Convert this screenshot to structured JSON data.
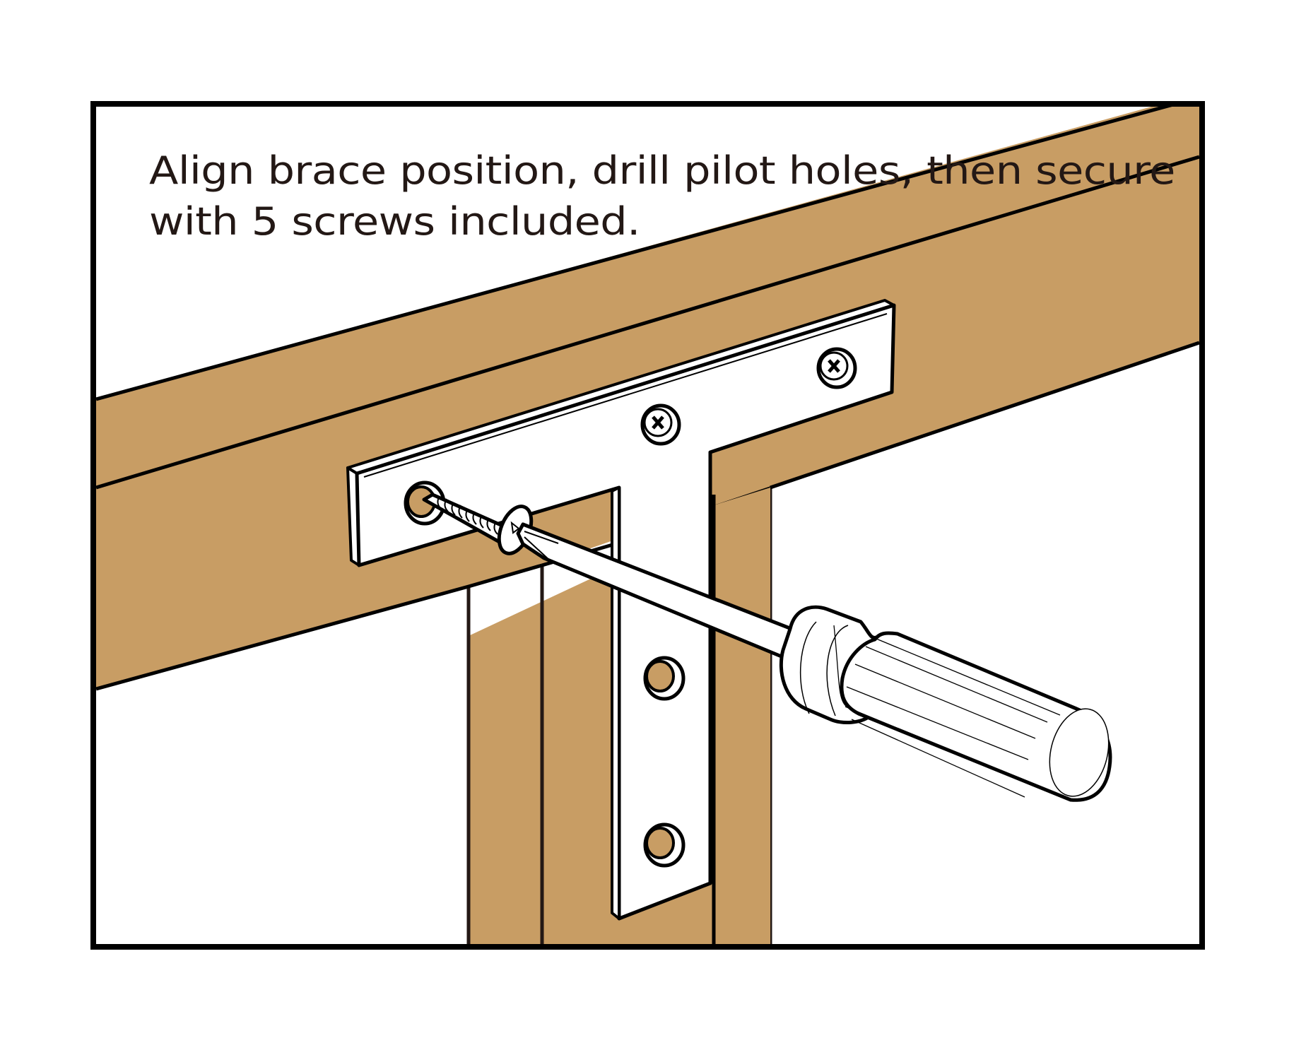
{
  "instruction": {
    "line1": "Align brace position, drill pilot holes, then secure",
    "line2": "with 5 screws included.",
    "full_text": "Align brace position, drill pilot holes, then secure with 5 screws included."
  },
  "illustration": {
    "subject": "T-brace being screwed onto a wooden frame joint with a screwdriver",
    "components": [
      {
        "name": "horizontal-beam",
        "material": "wood"
      },
      {
        "name": "vertical-post",
        "material": "wood"
      },
      {
        "name": "t-brace-plate",
        "material": "metal"
      },
      {
        "name": "screwdriver",
        "type": "phillips"
      },
      {
        "name": "screw",
        "state": "being driven"
      }
    ],
    "screw_holes": {
      "total": 5,
      "installed_screws": 2,
      "screw_being_driven": 1,
      "empty_holes": 2
    }
  },
  "colors": {
    "wood": "#C89D64",
    "outline": "#000000",
    "text": "#231815",
    "metal": "#FFFFFF",
    "background": "#FFFFFF"
  }
}
